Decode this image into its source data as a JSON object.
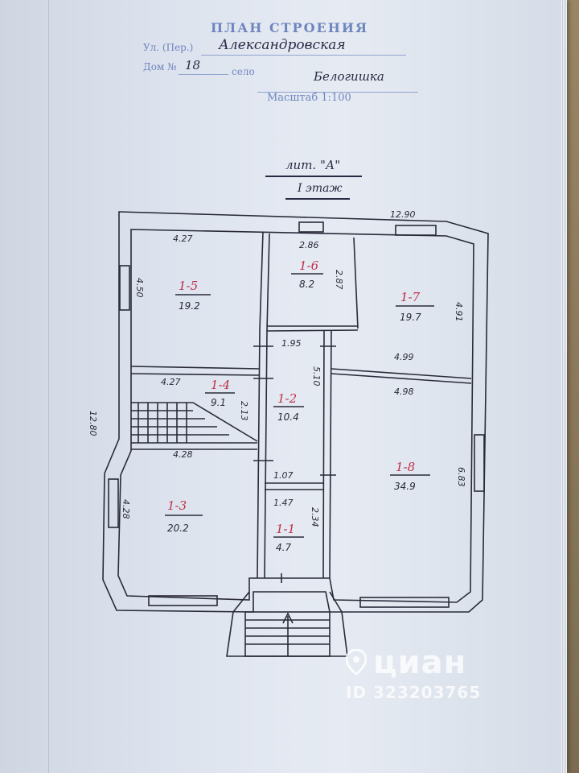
{
  "document": {
    "title": "ПЛАН СТРОЕНИЯ",
    "street_label": "Ул. (Пер.)",
    "street_value": "Александровская",
    "house_label": "Дом №",
    "house_value": "18",
    "village_label": "село",
    "village_value": "Белогишка",
    "scale_label": "Масштаб 1:100",
    "liter": "лит. \"А\"",
    "floor": "I этаж"
  },
  "plan": {
    "overall_width": "12.90",
    "overall_height": "12.80",
    "rooms": [
      {
        "id": "1-5",
        "area": "19.2",
        "dims": [
          "4.27",
          "4.50"
        ]
      },
      {
        "id": "1-6",
        "area": "8.2",
        "dims": [
          "2.86",
          "2.87"
        ]
      },
      {
        "id": "1-7",
        "area": "19.7",
        "dims": [
          "4.91",
          "4.99"
        ]
      },
      {
        "id": "1-4",
        "area": "9.1",
        "dims": [
          "4.27",
          "2.13"
        ]
      },
      {
        "id": "1-2",
        "area": "10.4",
        "dims": [
          "1.95",
          "5.10"
        ]
      },
      {
        "id": "1-3",
        "area": "20.2",
        "dims": [
          "4.28",
          "4.28"
        ]
      },
      {
        "id": "1-8",
        "area": "34.9",
        "dims": [
          "4.98",
          "6.83"
        ]
      },
      {
        "id": "1-1",
        "area": "4.7",
        "dims": [
          "1.07",
          "1.47",
          "2.34"
        ]
      }
    ]
  },
  "watermark": {
    "brand": "циан",
    "id_text": "ID 323203765"
  }
}
